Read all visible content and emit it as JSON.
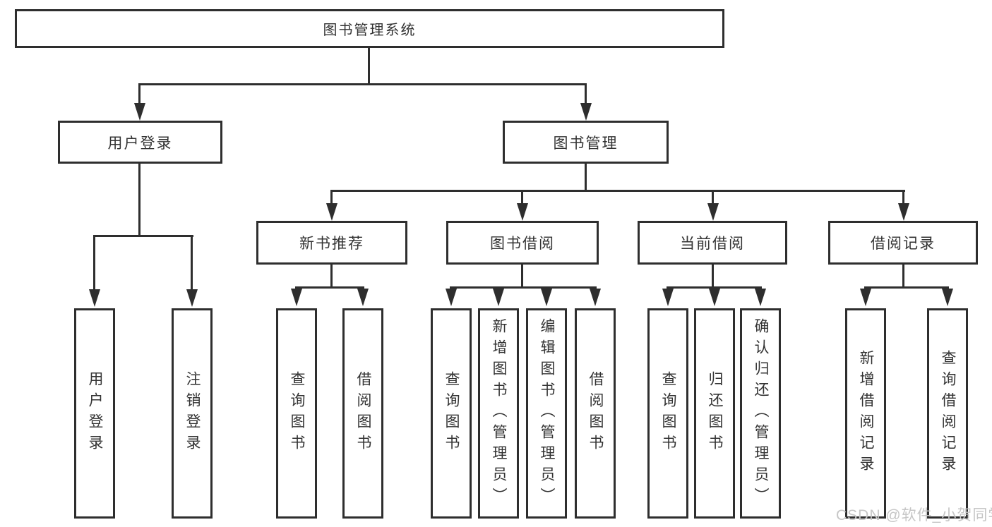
{
  "diagram": {
    "root": "图书管理系统",
    "level2": {
      "user_login": "用户登录",
      "book_mgmt": "图书管理"
    },
    "level3": {
      "new_books": "新书推荐",
      "borrow": "图书借阅",
      "current": "当前借阅",
      "records": "借阅记录"
    },
    "leaves": {
      "user_login": [
        "用户登录",
        "注销登录"
      ],
      "new_books": [
        "查询图书",
        "借阅图书"
      ],
      "borrow": [
        "查询图书",
        "新增图书（管理员）",
        "编辑图书（管理员）",
        "借阅图书"
      ],
      "current": [
        "查询图书",
        "归还图书",
        "确认归还（管理员）"
      ],
      "records": [
        "新增借阅记录",
        "查询借阅记录"
      ]
    }
  },
  "watermark": "CSDN @软件_小贺同学",
  "colors": {
    "line": "#2e2e2e",
    "text": "#333333",
    "watermark": "#c6c6c6",
    "background": "#ffffff"
  }
}
